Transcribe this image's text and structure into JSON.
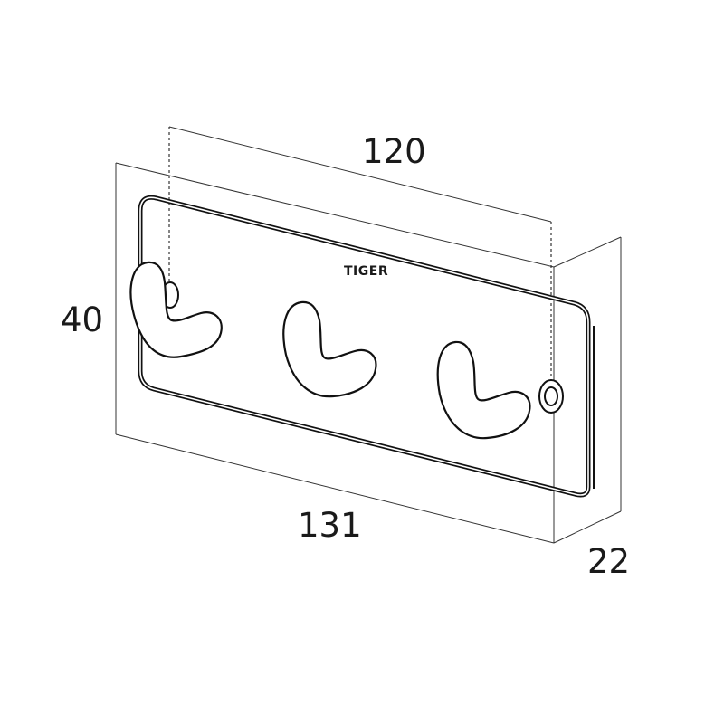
{
  "diagram": {
    "brand_mark": "TIGER",
    "dimensions": {
      "hole_spacing": "120",
      "height": "40",
      "width": "131",
      "depth": "22"
    },
    "hooks": [
      {
        "id": "hook-left"
      },
      {
        "id": "hook-middle"
      },
      {
        "id": "hook-right"
      }
    ]
  }
}
